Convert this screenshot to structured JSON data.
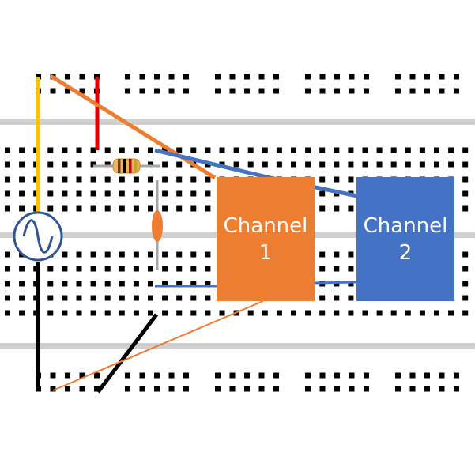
{
  "colors": {
    "background": "#ffffff",
    "hole": "#000000",
    "rail_divider": "#d0d0d0",
    "wire_yellow": "#FFC000",
    "wire_red": "#E00000",
    "wire_orange": "#ED7D31",
    "wire_blue": "#4472C4",
    "wire_black": "#000000",
    "source_stroke": "#2F5597",
    "capacitor": "#ED7D31",
    "probe_text": "#ffffff"
  },
  "icons": {
    "source": "ac-sine-source-icon",
    "resistor": "resistor-icon",
    "capacitor": "capacitor-icon"
  },
  "probes": [
    {
      "name": "probe-channel-1",
      "line1": "Channel",
      "line2": "1",
      "color": "#ED7D31"
    },
    {
      "name": "probe-channel-2",
      "line1": "Channel",
      "line2": "2",
      "color": "#4472C4"
    }
  ]
}
